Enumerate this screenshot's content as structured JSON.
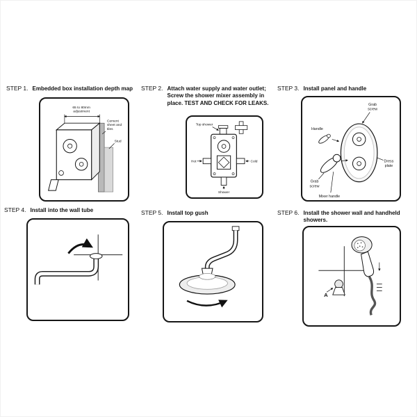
{
  "page": {
    "background": "#ffffff"
  },
  "steps": [
    {
      "label": "STEP 1.",
      "title": "Embedded box installation depth map",
      "ann": {
        "dim1": "65 to 80mm",
        "dim2": "adjustment",
        "cement1": "Cement",
        "cement2": "sheet and",
        "cement3": "tiles",
        "stud": "Stud"
      }
    },
    {
      "label": "STEP 2.",
      "title": "Attach water supply and water outlet;\nScrew the shower mixer assembly in\nplace. TEST AND CHECK FOR LEAKS.",
      "ann": {
        "top_shower": "Top shower",
        "hot": "Hot",
        "cold": "Cold",
        "shower": "Shower"
      }
    },
    {
      "label": "STEP 3.",
      "title": "Install panel and handle",
      "ann": {
        "grab1a": "Grab",
        "grab1b": "screw",
        "handle": "Handle",
        "dress1": "Dress",
        "dress2": "plate",
        "grab2a": "Grab",
        "grab2b": "screw",
        "mixer_handle": "Mixer handle"
      }
    },
    {
      "label": "STEP 4.",
      "title": "Install into the wall tube",
      "ann": {}
    },
    {
      "label": "STEP 5.",
      "title": "Install top gush",
      "ann": {}
    },
    {
      "label": "STEP 6.",
      "title": "Install the shower wall and handheld\nshowers.",
      "ann": {
        "point_a": "A"
      }
    }
  ]
}
